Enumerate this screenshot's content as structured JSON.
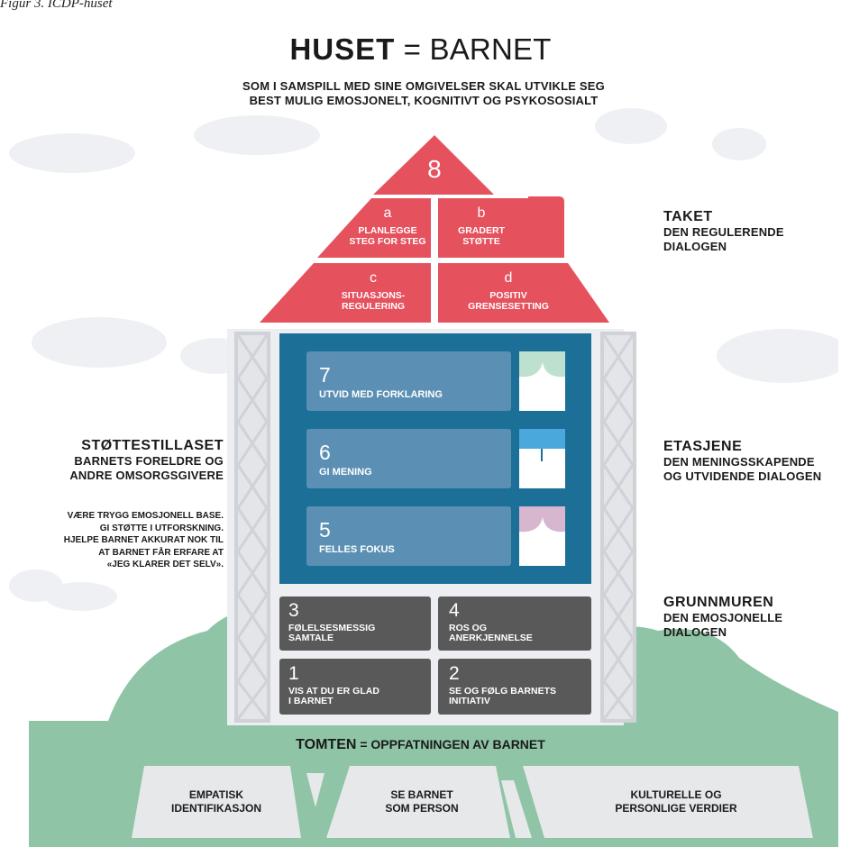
{
  "caption": "Figur 3. ICDP-huset",
  "title": {
    "bold": "HUSET",
    "rest": "= BARNET"
  },
  "subtitle": {
    "line1": "SOM I SAMSPILL MED SINE OMGIVELSER SKAL UTVIKLE SEG",
    "line2": "BEST MULIG EMOSJONELT, KOGNITIVT OG PSYKOSOSIALT"
  },
  "roof": {
    "top_number": "8",
    "cells": [
      {
        "letter": "a",
        "line1": "PLANLEGGE",
        "line2": "STEG FOR STEG"
      },
      {
        "letter": "b",
        "line1": "GRADERT",
        "line2": "STØTTE"
      },
      {
        "letter": "c",
        "line1": "SITUASJONS-",
        "line2": "REGULERING"
      },
      {
        "letter": "d",
        "line1": "POSITIV",
        "line2": "GRENSESETTING"
      }
    ]
  },
  "floors": [
    {
      "number": "7",
      "label": "UTVID MED FORKLARING"
    },
    {
      "number": "6",
      "label": "GI MENING"
    },
    {
      "number": "5",
      "label": "FELLES FOKUS"
    }
  ],
  "foundation": [
    {
      "number": "3",
      "line1": "FØLELSESMESSIG",
      "line2": "SAMTALE"
    },
    {
      "number": "4",
      "line1": "ROS OG",
      "line2": "ANERKJENNELSE"
    },
    {
      "number": "1",
      "line1": "VIS AT DU ER GLAD",
      "line2": "I BARNET"
    },
    {
      "number": "2",
      "line1": "SE OG FØLG BARNETS",
      "line2": "INITIATIV"
    }
  ],
  "right_labels": {
    "taket": {
      "head": "TAKET",
      "line1": "DEN REGULERENDE",
      "line2": "DIALOGEN"
    },
    "etasjene": {
      "head": "ETASJENE",
      "line1": "DEN MENINGSSKAPENDE",
      "line2": "OG UTVIDENDE DIALOGEN"
    },
    "grunnmuren": {
      "head": "GRUNNMUREN",
      "line1": "DEN EMOSJONELLE",
      "line2": "DIALOGEN"
    }
  },
  "left_label": {
    "head": "STØTTESTILLASET",
    "line1": "BARNETS FORELDRE OG",
    "line2": "ANDRE OMSORGSGIVERE",
    "body": [
      "VÆRE TRYGG EMOSJONELL BASE.",
      "GI STØTTE I UTFORSKNING.",
      "HJELPE BARNET AKKURAT NOK TIL",
      "AT BARNET FÅR ERFARE AT",
      "«JEG KLARER DET SELV»."
    ]
  },
  "ground": {
    "title_bold": "TOMTEN",
    "title_rest": "= OPPFATNINGEN AV BARNET",
    "pillars": [
      {
        "line1": "EMPATISK",
        "line2": "IDENTIFIKASJON"
      },
      {
        "line1": "SE BARNET",
        "line2": "SOM PERSON"
      },
      {
        "line1": "KULTURELLE OG",
        "line2": "PERSONLIGE VERDIER"
      }
    ]
  },
  "colors": {
    "roof": "#e5515d",
    "floors_frame": "#1c6f96",
    "floor_card": "#5b90b4",
    "foundation": "#595959",
    "scaffold": "#e3e5e8",
    "ground": "#8fc4a6",
    "pillar": "#e7e8ea",
    "cloud": "#eef0f3"
  }
}
